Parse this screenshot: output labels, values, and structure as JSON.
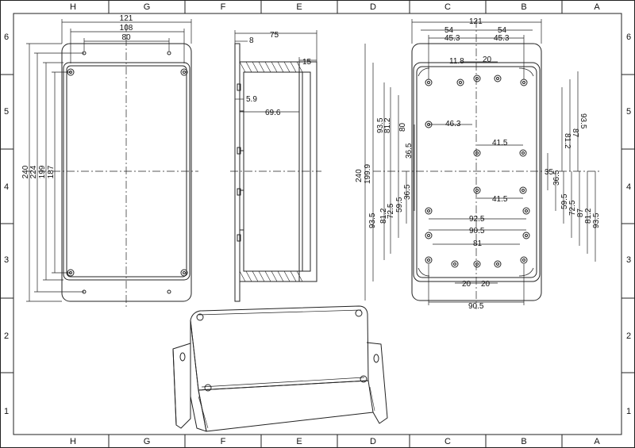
{
  "border": {
    "columns": [
      "H",
      "G",
      "F",
      "E",
      "D",
      "C",
      "B",
      "A"
    ],
    "rows": [
      "6",
      "5",
      "4",
      "3",
      "2",
      "1"
    ]
  },
  "front_view": {
    "top_dims": [
      "121",
      "108",
      "80"
    ],
    "left_dims": [
      "240",
      "224",
      "199",
      "187"
    ]
  },
  "side_view": {
    "dims": [
      "75",
      "8",
      "15",
      "5.9",
      "69.6"
    ]
  },
  "bottom_view": {
    "top_dims": [
      "121",
      "54",
      "54",
      "45.3",
      "45.3",
      "11.8",
      "20"
    ],
    "left_dims": [
      "240",
      "199.9",
      "93.5",
      "81.2",
      "80",
      "36.5",
      "93.5",
      "81.2",
      "72.5",
      "59.5",
      "36.5"
    ],
    "right_dims": [
      "81.2",
      "87",
      "93.5",
      "35",
      "36.5",
      "59.5",
      "72.5",
      "87",
      "81.2",
      "93.5"
    ],
    "inner_dims": [
      "46.3",
      "41.5",
      "41.5",
      "92.5",
      "90.5",
      "81",
      "20",
      "20",
      "90.5"
    ]
  }
}
